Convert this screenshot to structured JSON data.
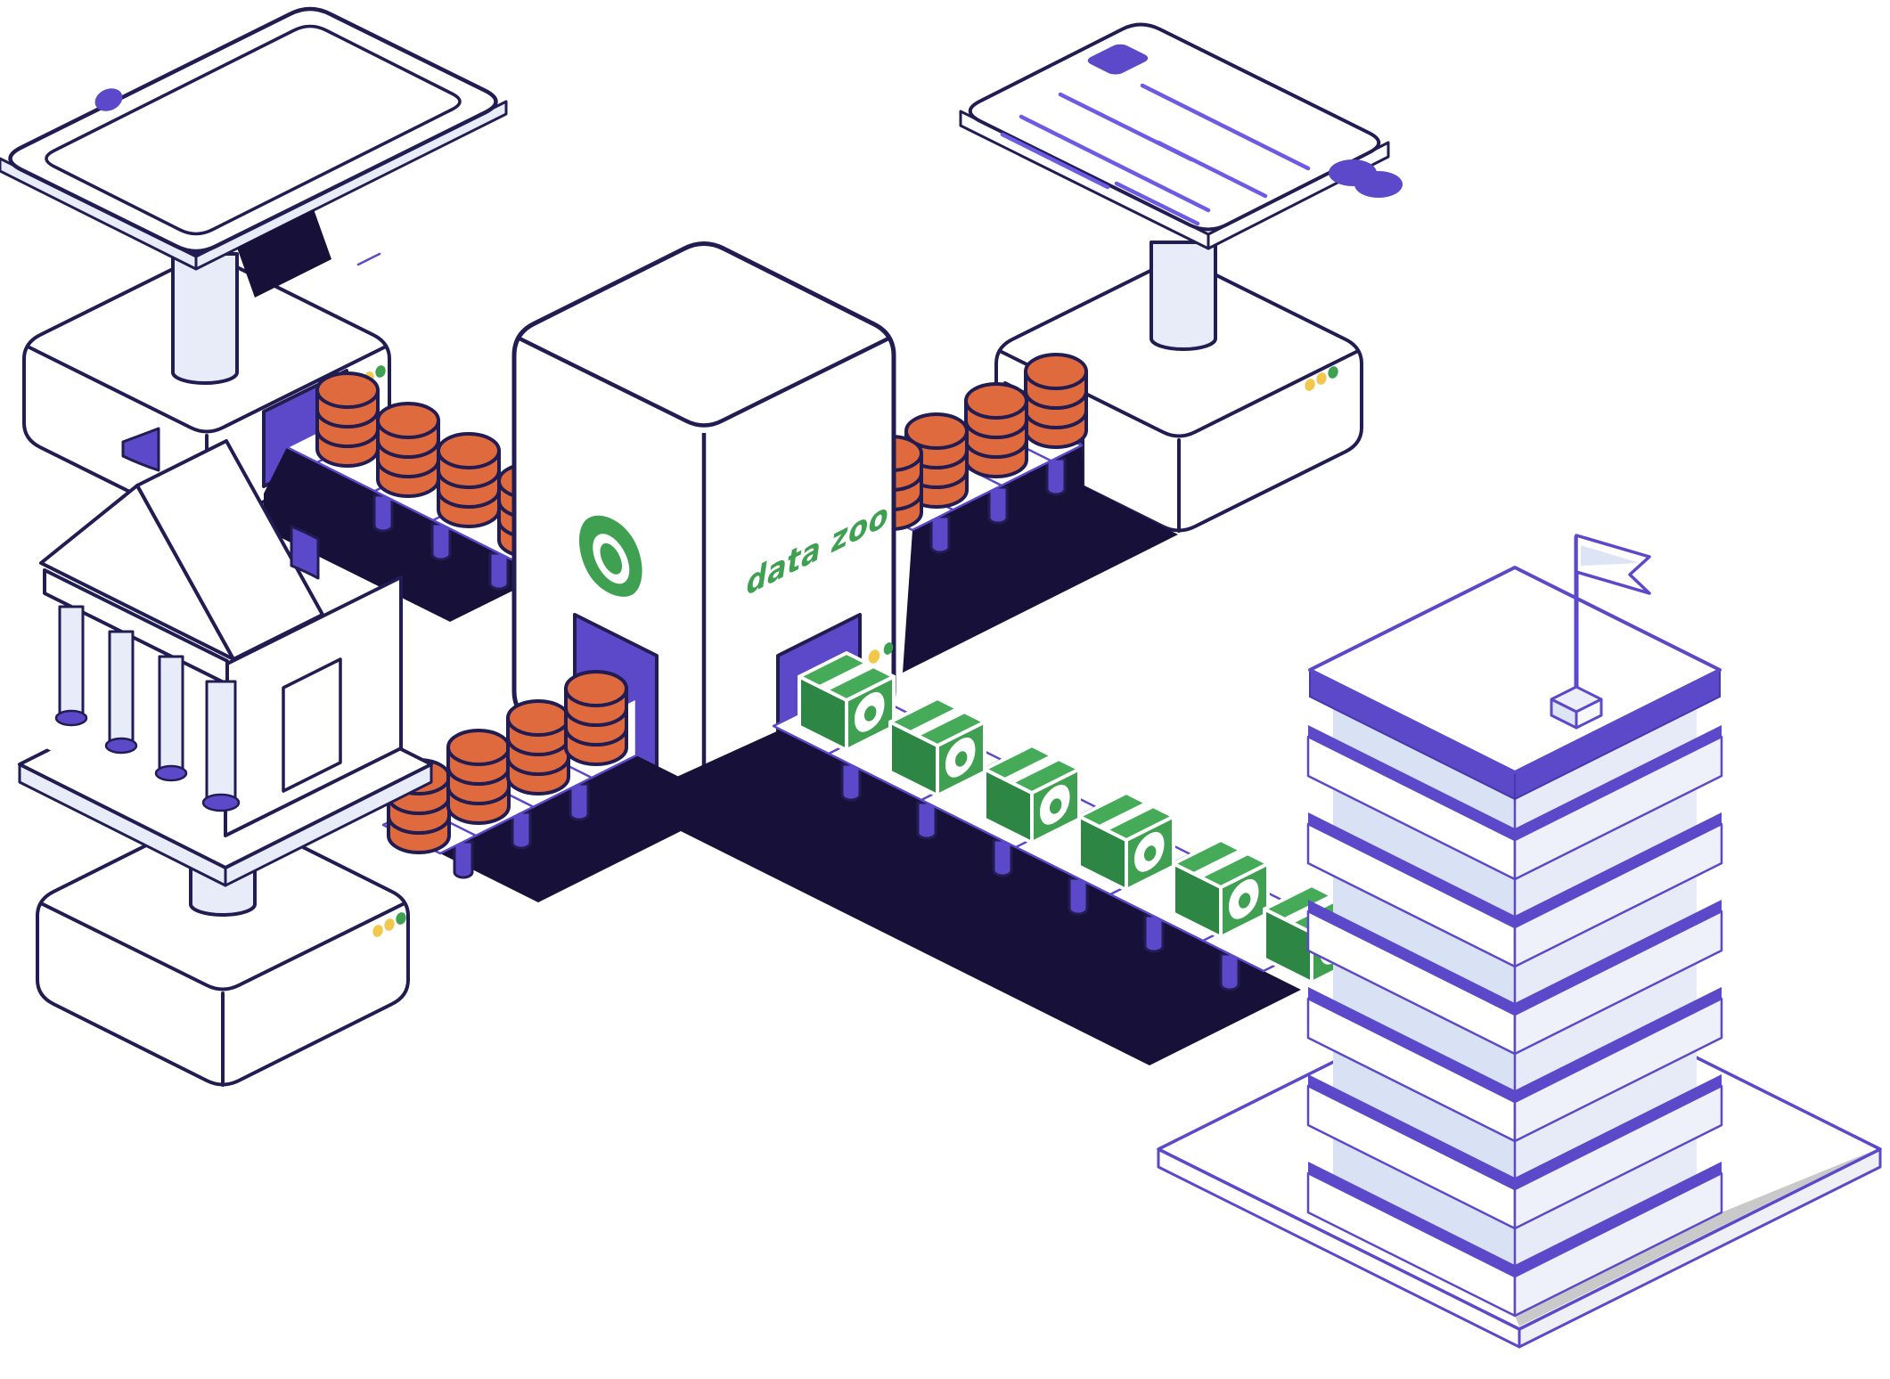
{
  "palette": {
    "navy": "#211c52",
    "indigo": "#5b49c9",
    "dark": "#171038",
    "lavender": "#e7ecf8",
    "lavender2": "#d9e1f5",
    "orange": "#df6a3e",
    "green": "#3fa051",
    "greendark": "#2e8644",
    "greenlight": "#46ab59",
    "yellow": "#f2c84c",
    "gray": "#c9c9c9",
    "cardline": "#6c5be4",
    "background": "#ffffff"
  },
  "cube": {
    "brand_label": "data zoo",
    "logo": "data-zoo-teardrop-mark",
    "visible_portals": 2
  },
  "stations": {
    "mobile": {
      "name": "mobile-device",
      "indicator_dots": [
        "yellow",
        "yellow",
        "green"
      ]
    },
    "bank": {
      "name": "bank-building",
      "indicator_dots": [
        "yellow",
        "yellow",
        "green"
      ],
      "columns": 4
    },
    "card": {
      "name": "credit-card",
      "indicator_dots": [
        "yellow",
        "yellow",
        "green"
      ],
      "chip": true,
      "logo_circles": 2
    }
  },
  "conveyors": {
    "inbound_item": "data-disc-stack",
    "inbound_color": "#df6a3e",
    "inbound_stacks": {
      "mobile": 4,
      "bank": 4,
      "card": 4
    },
    "outbound_item": "package-box",
    "outbound_color": "#3fa051",
    "outbound_boxes": 6
  },
  "headquarters": {
    "floors": 6,
    "flag": true
  }
}
